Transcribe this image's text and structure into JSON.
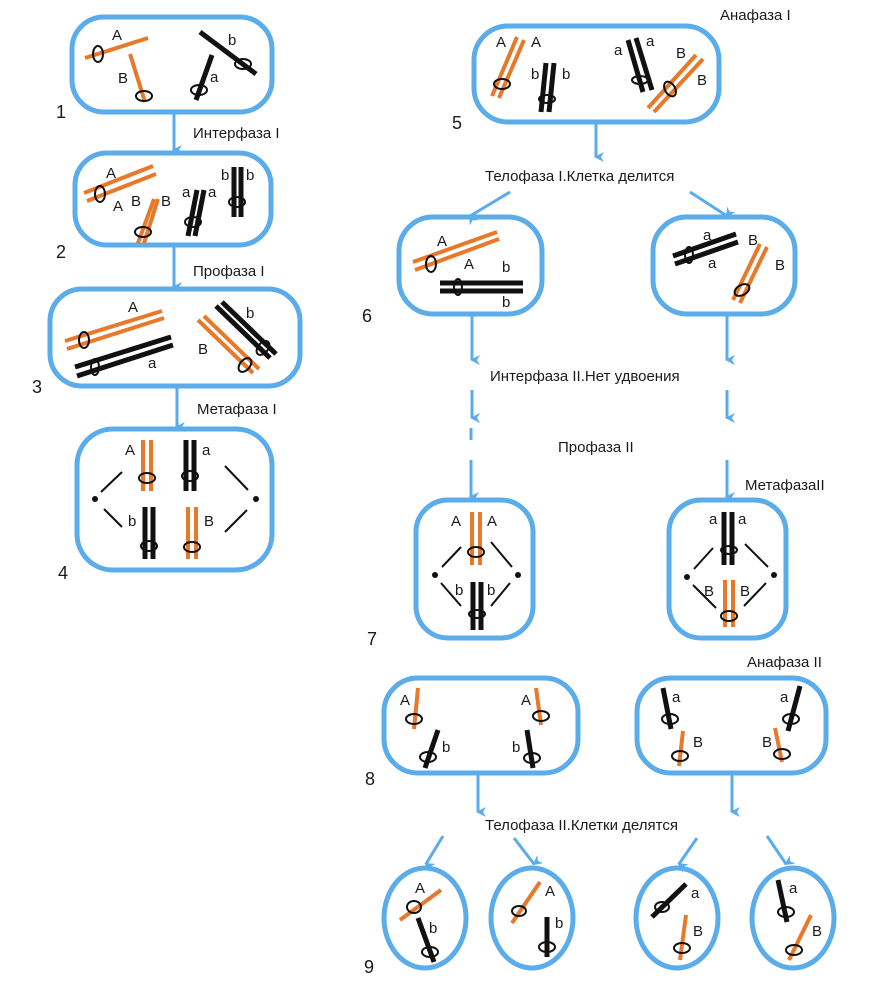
{
  "title": "Meiosis scheme (dihybrid AaBb)",
  "colors": {
    "cell_border": "#5aacea",
    "arrow": "#5aacea",
    "chromosome_maternal": "#e8782a",
    "chromosome_paternal": "#111111",
    "text": "#1a1a1a"
  },
  "steps": [
    {
      "number": "1",
      "stage": ""
    },
    {
      "number": "2",
      "stage": "Интерфаза I"
    },
    {
      "number": "3",
      "stage": "Профаза I"
    },
    {
      "number": "4",
      "stage": "Метафаза I"
    },
    {
      "number": "5",
      "stage": "Анафаза I"
    },
    {
      "number": "6",
      "stage": "Телофаза I.Клетка делится"
    },
    {
      "number": "7",
      "stage": "Профаза II"
    },
    {
      "number": "8",
      "stage": "Анафаза II"
    },
    {
      "number": "9",
      "stage": "Телофаза II.Клетки делятся"
    }
  ],
  "labels": {
    "interphase1": "Интерфаза I",
    "prophase1": "Профаза I",
    "metaphase1": "Метафаза I",
    "anaphase1": "Анафаза I",
    "telophase1": "Телофаза I.Клетка делится",
    "interphase2": "Интерфаза II.Нет удвоения",
    "prophase2": "Профаза II",
    "metaphase2": "МетафазаII",
    "anaphase2": "Анафаза II",
    "telophase2": "Телофаза II.Клетки делятся"
  },
  "genes": {
    "A": "A",
    "a": "a",
    "B": "B",
    "b": "b"
  }
}
